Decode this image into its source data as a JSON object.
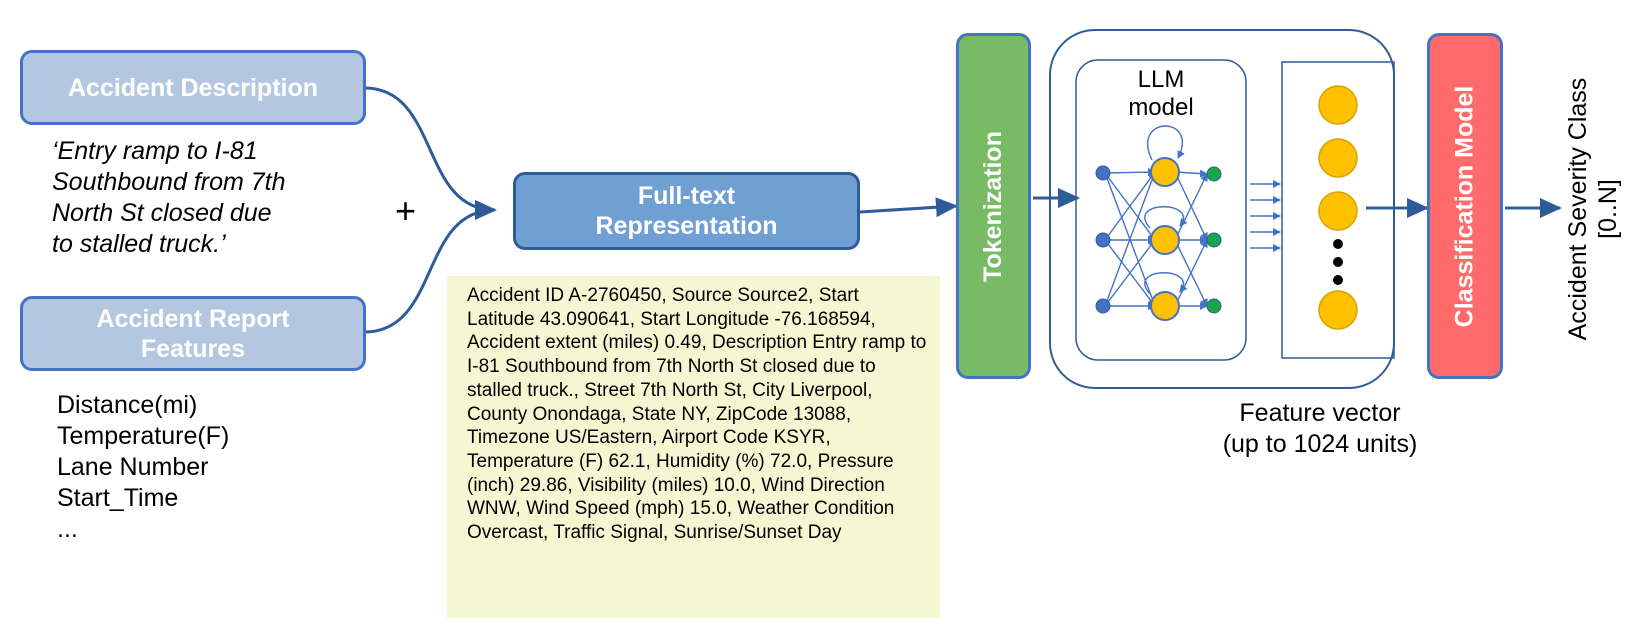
{
  "boxes": {
    "accident_description": "Accident Description",
    "accident_report_features": "Accident Report Features",
    "full_text_representation": "Full-text Representation",
    "tokenization": "Tokenization",
    "classification_model": "Classification Model"
  },
  "description_quote": "‘Entry ramp to I-81\nSouthbound from 7th\nNorth St closed due\nto stalled truck.’",
  "plus_sign": "+",
  "features": [
    "Distance(mi)",
    "Temperature(F)",
    "Lane Number",
    "Start_Time",
    "..."
  ],
  "full_text_example": "Accident ID A-2760450, Source Source2, Start Latitude 43.090641, Start Longitude -76.168594, Accident extent (miles) 0.49, Description Entry ramp to I-81 Southbound from 7th North St closed due to stalled truck., Street 7th North St, City Liverpool, County Onondaga, State NY, ZipCode 13088, Timezone US/Eastern, Airport Code KSYR, Temperature (F) 62.1, Humidity (%) 72.0, Pressure (inch) 29.86, Visibility (miles) 10.0, Wind Direction WNW, Wind Speed (mph) 15.0, Weather Condition Overcast, Traffic Signal, Sunrise/Sunset Day",
  "llm": {
    "line1": "LLM",
    "line2": "model"
  },
  "feature_vector": {
    "line1": "Feature vector",
    "line2": "(up to 1024 units)"
  },
  "output": {
    "line1": "Accident Severity Class",
    "line2": "[0..N]"
  },
  "colors": {
    "light_blue_box": "#b4c7e0",
    "blue_box": "#6f9fd3",
    "border_blue": "#4472c4",
    "arrow_blue": "#2f5c99",
    "tokenization_green": "#77bb65",
    "classification_red": "#ff6b6b",
    "panel_yellow": "#f5f7d2",
    "neuron_orange": "#ffc000",
    "input_node_blue": "#4472c4",
    "output_node_green": "#17a64b"
  }
}
